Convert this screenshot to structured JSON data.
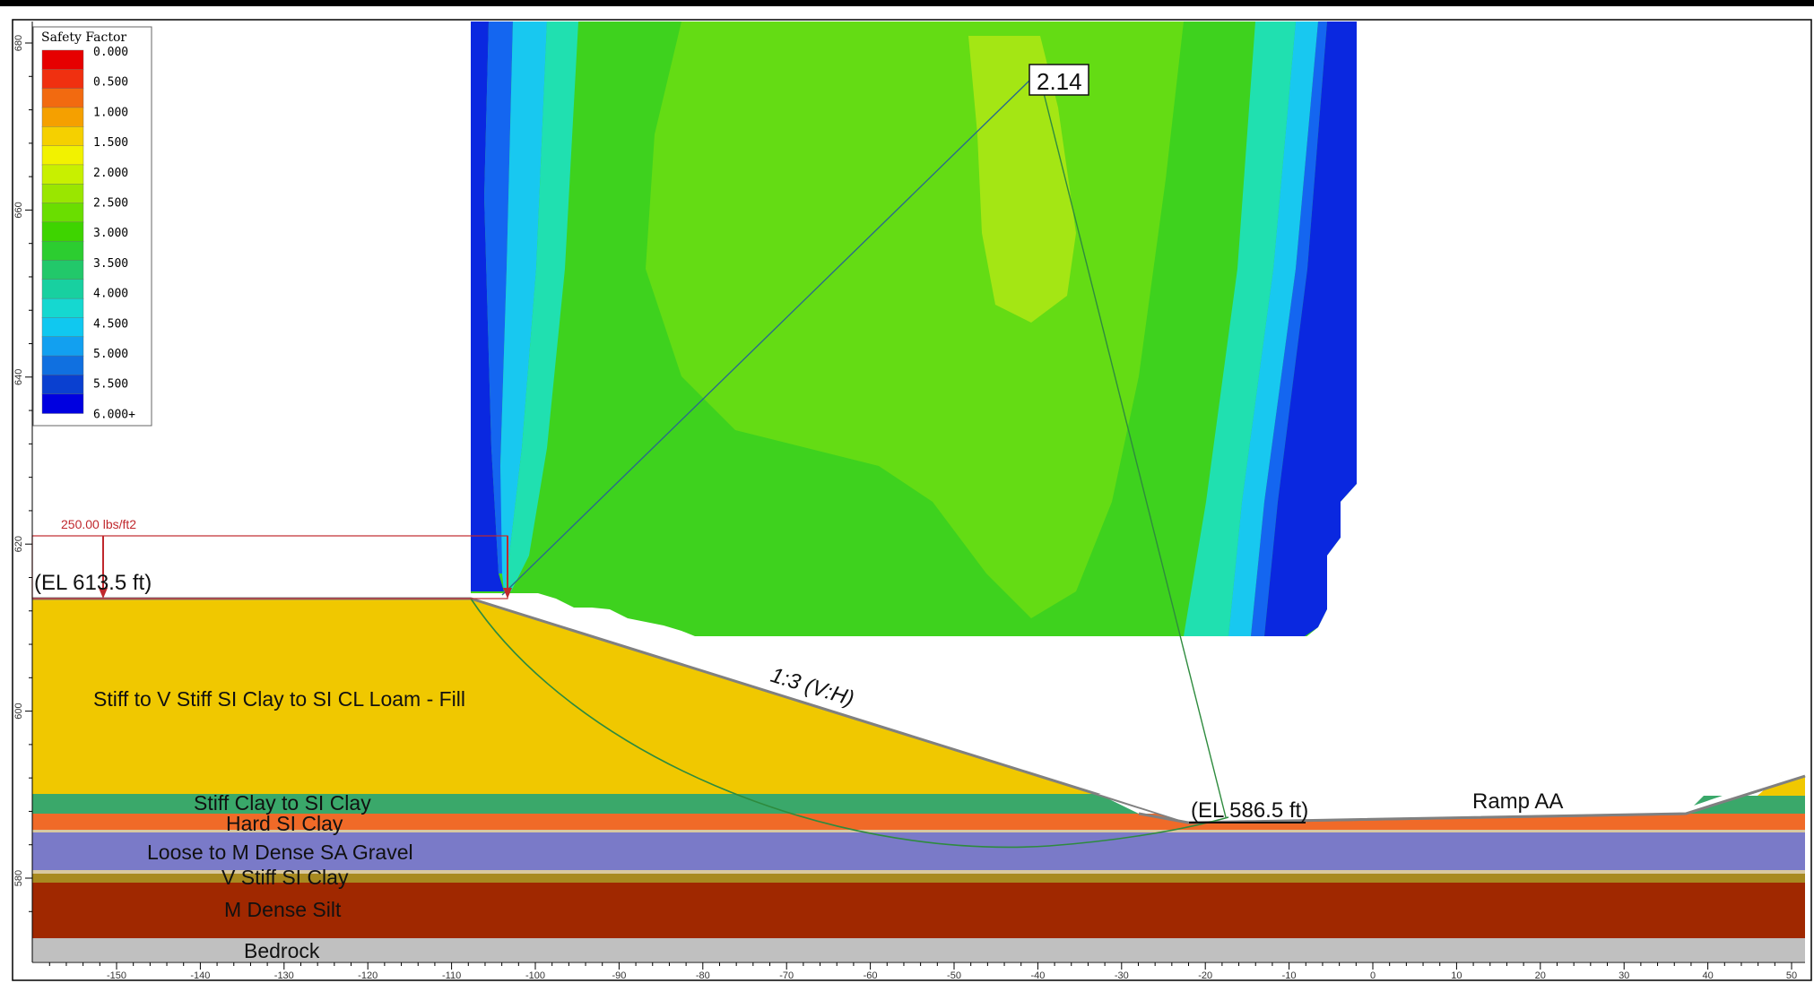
{
  "legend": {
    "title": "Safety Factor",
    "values": [
      "0.000",
      "0.500",
      "1.000",
      "1.500",
      "2.000",
      "2.500",
      "3.000",
      "3.500",
      "4.000",
      "4.500",
      "5.000",
      "5.500",
      "6.000+"
    ],
    "colors": [
      "#e60000",
      "#f03010",
      "#f26a10",
      "#f5a000",
      "#f5d000",
      "#f2f200",
      "#c8f000",
      "#9ae600",
      "#6ade00",
      "#3ed400",
      "#2ccd30",
      "#22c86a",
      "#18d0a0",
      "#15d8d0",
      "#10c8f0",
      "#12a0f0",
      "#1070e0",
      "#0a40d0",
      "#0000e0"
    ]
  },
  "load": {
    "label": "250.00 lbs/ft2",
    "color": "#c0282d"
  },
  "annotations": {
    "crest_elevation": "(EL 613.5 ft)",
    "toe_elevation": "(EL 586.5 ft)",
    "slope_ratio": "1:3 (V:H)",
    "ramp": "Ramp AA",
    "min_safety_factor": "2.14"
  },
  "layers": [
    {
      "name": "Stiff to V Stiff SI Clay to SI CL Loam - Fill",
      "color": "#f0c800"
    },
    {
      "name": "Stiff Clay to SI Clay",
      "color": "#3aa86a"
    },
    {
      "name": "Hard SI Clay",
      "color": "#f06a28"
    },
    {
      "name": "Loose to M Dense SA Gravel",
      "color": "#7a7ac8"
    },
    {
      "name": "V Stiff SI Clay",
      "color": "#a88a20"
    },
    {
      "name": "M Dense Silt",
      "color": "#a02800"
    },
    {
      "name": "Bedrock",
      "color": "#c0c0c0"
    }
  ],
  "x_axis": {
    "ticks": [
      "-150",
      "-140",
      "-130",
      "-120",
      "-110",
      "-100",
      "-90",
      "-80",
      "-70",
      "-60",
      "-50",
      "-40",
      "-30",
      "-20",
      "-10",
      "0",
      "10",
      "20",
      "30",
      "40",
      "50"
    ]
  },
  "y_axis": {
    "ticks": [
      "680",
      "660",
      "640",
      "620",
      "600",
      "580"
    ]
  },
  "contour_colors": {
    "blue_dark": "#0a28e0",
    "blue": "#1466f0",
    "cyan": "#18c8f0",
    "teal": "#20e0b0",
    "green": "#3ed21e",
    "green_light": "#64dc14",
    "yellow_green": "#a4e614"
  }
}
